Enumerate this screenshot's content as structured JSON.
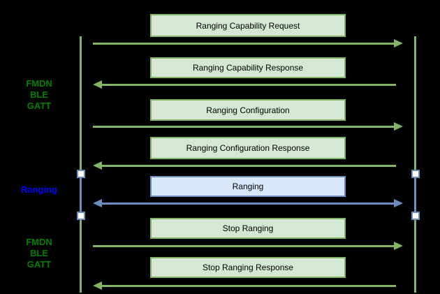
{
  "colors": {
    "background": "#000000",
    "green_box_fill": "#d5e8d4",
    "green_stroke": "#82b366",
    "green_label_text": "#008000",
    "blue_box_fill": "#dae8fc",
    "blue_stroke": "#6c8ebf",
    "blue_label_text": "#0000ff",
    "message_text": "#000000",
    "endpoint_marker_fill": "#ffffff"
  },
  "phases": [
    {
      "label_lines": [
        "FMDN",
        "BLE",
        "GATT"
      ],
      "style": "green"
    },
    {
      "label_lines": [
        "Ranging"
      ],
      "style": "blue"
    },
    {
      "label_lines": [
        "FMDN",
        "BLE",
        "GATT"
      ],
      "style": "green"
    }
  ],
  "messages": [
    {
      "label": "Ranging Capability Request",
      "direction": "right",
      "style": "green"
    },
    {
      "label": "Ranging Capability Response",
      "direction": "left",
      "style": "green"
    },
    {
      "label": "Ranging Configuration",
      "direction": "right",
      "style": "green"
    },
    {
      "label": "Ranging Configuration Response",
      "direction": "left",
      "style": "green"
    },
    {
      "label": "Ranging",
      "direction": "bidirectional",
      "style": "blue"
    },
    {
      "label": "Stop Ranging",
      "direction": "right",
      "style": "green"
    },
    {
      "label": "Stop Ranging Response",
      "direction": "left",
      "style": "green"
    }
  ],
  "lifelines": {
    "count": 2,
    "activation_markers": 4
  }
}
